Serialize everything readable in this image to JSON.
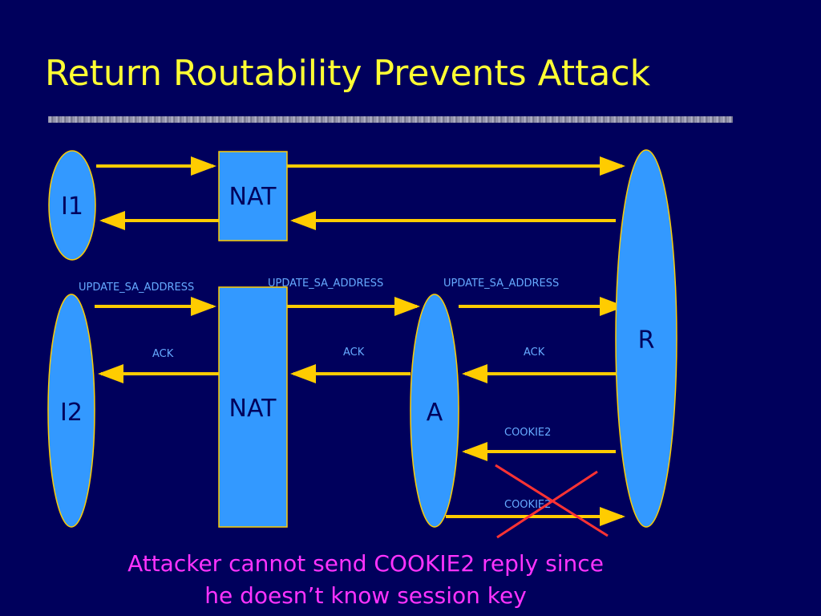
{
  "slide": {
    "title": "Return Routability Prevents Attack",
    "caption_line1": "Attacker cannot send COOKIE2 reply since",
    "caption_line2": "he doesn’t know session key"
  },
  "nodes": {
    "i1": "I1",
    "i2": "I2",
    "nat_top": "NAT",
    "nat_bottom": "NAT",
    "attacker": "A",
    "responder": "R"
  },
  "messages": {
    "update_1": "UPDATE_SA_ADDRESS",
    "update_2": "UPDATE_SA_ADDRESS",
    "update_3": "UPDATE_SA_ADDRESS",
    "ack_1": "ACK",
    "ack_2": "ACK",
    "ack_3": "ACK",
    "cookie2_request": "COOKIE2",
    "cookie2_reply": "COOKIE2"
  },
  "colors": {
    "background": "#00005c",
    "title": "#ffff33",
    "shape_fill": "#3399ff",
    "arrow": "#ffcc00",
    "message_label": "#66aaff",
    "cross": "#ff3333",
    "caption": "#ff33ff"
  }
}
